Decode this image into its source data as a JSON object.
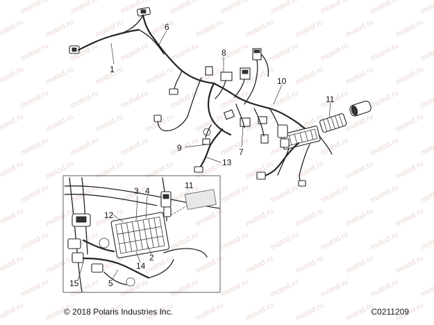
{
  "watermark": "motod.ru",
  "callouts": {
    "c1": "1",
    "c2": "2",
    "c3": "3",
    "c4": "4",
    "c5": "5",
    "c6": "6",
    "c7": "7",
    "c8": "8",
    "c9": "9",
    "c10": "10",
    "c11a": "11",
    "c11b": "11",
    "c12": "12",
    "c13": "13",
    "c14": "14",
    "c15": "15"
  },
  "footer": {
    "copyright": "© 2018 Polaris Industries Inc.",
    "figure_id": "C0211209"
  }
}
